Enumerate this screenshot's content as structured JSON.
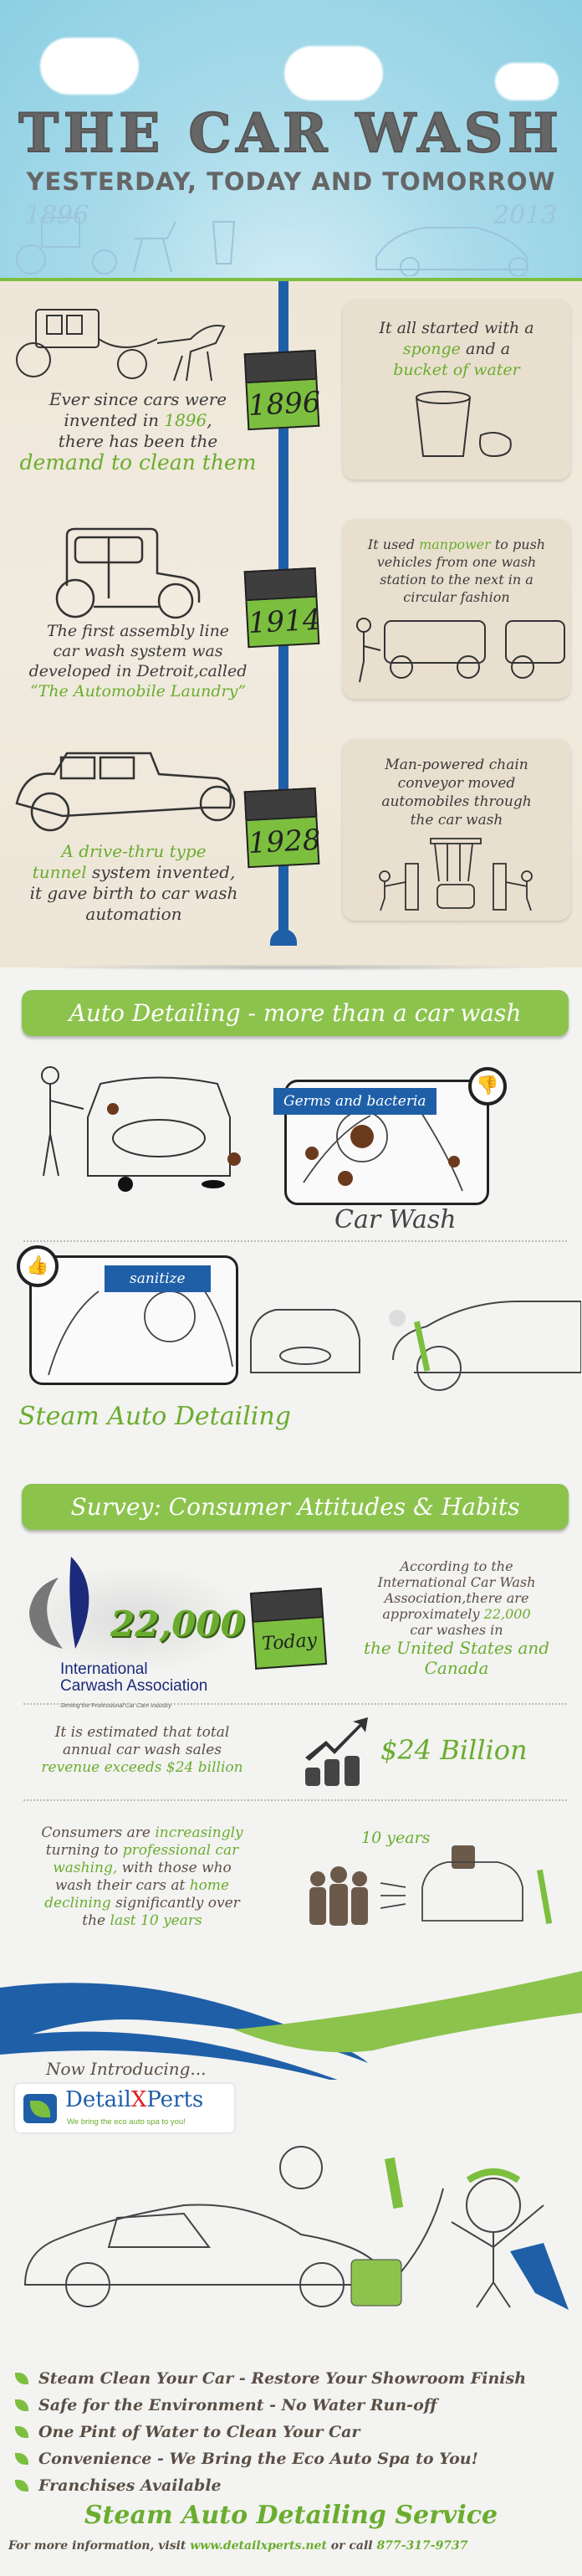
{
  "header": {
    "title": "THE CAR WASH",
    "subtitle": "YESTERDAY, TODAY AND TOMORROW",
    "year_left": "1896",
    "year_right": "2013"
  },
  "timeline": [
    {
      "year": "1896",
      "left_text": [
        "Ever since cars were",
        "invented in ",
        "1896",
        ",",
        "there has been the",
        "demand to clean them"
      ],
      "right_text": [
        "It all started with a",
        "sponge",
        " and a",
        "bucket of water"
      ]
    },
    {
      "year": "1914",
      "left_text": [
        "The first assembly line",
        "car wash system was",
        "developed in Detroit,called",
        "“The Automobile Laundry”"
      ],
      "right_text": [
        "It used ",
        "manpower",
        " to push",
        "vehicles from one wash",
        "station to the next in a",
        "circular fashion"
      ]
    },
    {
      "year": "1928",
      "left_text": [
        "A drive-thru type",
        "tunnel",
        " system invented,",
        "it gave birth to car wash",
        "automation"
      ],
      "right_text": [
        "Man-powered chain",
        "conveyor moved",
        "automobiles through",
        "the car wash"
      ]
    }
  ],
  "detailing": {
    "banner": "Auto Detailing - more than a car wash",
    "germs_label": "Germs and bacteria",
    "car_wash_label": "Car Wash",
    "sanitize_label": "sanitize",
    "steam_label": "Steam Auto Detailing"
  },
  "survey": {
    "banner": "Survey: Consumer Attitudes & Habits",
    "count": "22,000",
    "calendar": "Today",
    "logo_line1": "International",
    "logo_line2": "Carwash Association",
    "logo_tagline": "Serving the Professional Car Care Industry",
    "row1_text": [
      "According to the",
      "International Car Wash",
      "Association,there are",
      "approximately ",
      "22,000",
      "car washes in",
      "the United States and",
      "Canada"
    ],
    "row2_text": [
      "It is estimated that total",
      "annual car wash sales",
      "revenue exceeds $24 billion"
    ],
    "revenue": "$24 Billion",
    "row3_text": [
      "Consumers are ",
      "increasingly",
      "turning to ",
      "professional car",
      "washing,",
      " with those who",
      "wash their cars at ",
      "home",
      "declining",
      " significantly over",
      "the ",
      "last 10 years"
    ],
    "years_label": "10 years"
  },
  "promo": {
    "intro": "Now Introducing...",
    "logo_name_a": "Detail",
    "logo_name_b": "X",
    "logo_name_c": "Perts",
    "logo_tagline": "We bring the eco auto spa to you!",
    "bullets": [
      "Steam Clean Your Car - Restore Your Showroom Finish",
      "Safe for the Environment - No Water Run-off",
      "One Pint of Water to Clean Your Car",
      "Convenience - We Bring the Eco Auto Spa to You!",
      "Franchises Available"
    ],
    "service_title": "Steam Auto Detailing Service",
    "footer_prefix": "For more information, visit ",
    "footer_url": "www.detailxperts.net",
    "footer_mid": " or call ",
    "footer_phone": "877-317-9737"
  },
  "colors": {
    "green": "#7cbf3f",
    "blue": "#1f5fa8",
    "dark": "#3e3e3e"
  }
}
